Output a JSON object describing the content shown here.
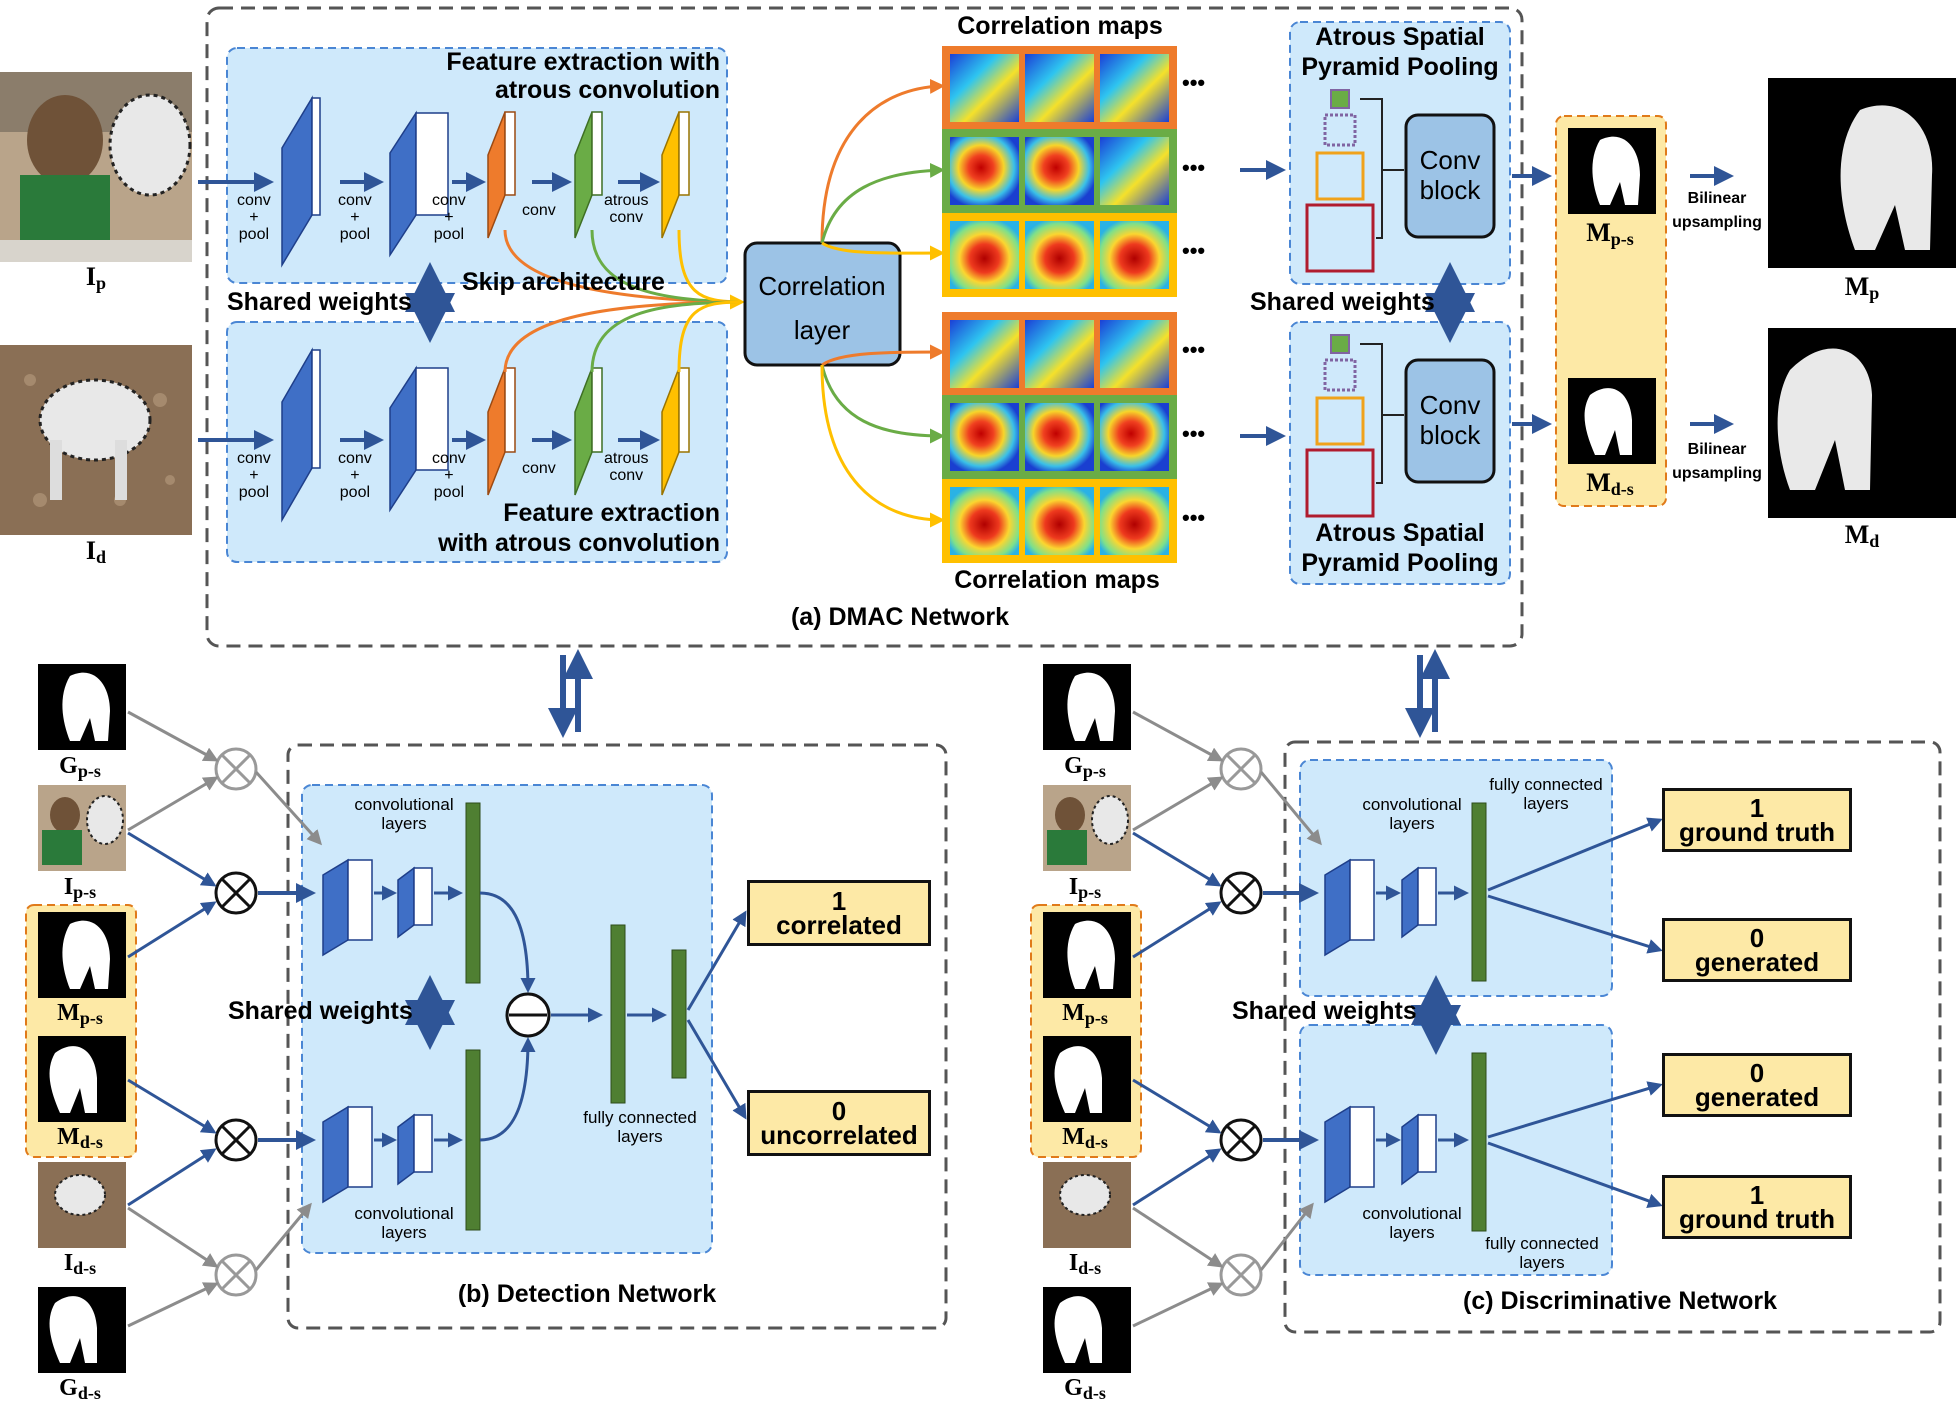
{
  "inputs": {
    "ip": {
      "main": "I",
      "sub": "p"
    },
    "id": {
      "main": "I",
      "sub": "d"
    }
  },
  "outputs": {
    "mps": {
      "main": "M",
      "sub": "p-s"
    },
    "mds": {
      "main": "M",
      "sub": "d-s"
    },
    "mp": {
      "main": "M",
      "sub": "p"
    },
    "md": {
      "main": "M",
      "sub": "d"
    }
  },
  "dmac": {
    "title": "(a) DMAC Network",
    "feat_top": [
      "Feature extraction with",
      "atrous convolution"
    ],
    "feat_bottom": [
      "Feature extraction",
      "with atrous convolution"
    ],
    "shared_weights": "Shared weights",
    "skip": "Skip architecture",
    "corr_layer": [
      "Correlation",
      "layer"
    ],
    "corr_maps": "Correlation maps",
    "aspp": [
      "Atrous Spatial",
      "Pyramid Pooling"
    ],
    "conv_block": [
      "Conv",
      "block"
    ],
    "bilinear": [
      "Bilinear",
      "upsampling"
    ],
    "ellipsis": "•••",
    "layers": {
      "conv_pool": [
        "conv",
        "+",
        "pool"
      ],
      "conv": "conv",
      "atrous_conv": [
        "atrous",
        "conv"
      ]
    }
  },
  "detection": {
    "title": "(b) Detection Network",
    "conv_layers": [
      "convolutional",
      "layers"
    ],
    "fc_layers": [
      "fully connected",
      "layers"
    ],
    "shared_weights": "Shared weights",
    "out_top": [
      "1",
      "correlated"
    ],
    "out_bottom": [
      "0",
      "uncorrelated"
    ]
  },
  "discriminative": {
    "title": "(c)  Discriminative Network",
    "conv_layers": [
      "convolutional",
      "layers"
    ],
    "fc_layers": [
      "fully connected",
      "layers"
    ],
    "shared_weights": "Shared weights",
    "out1": [
      "1",
      "ground truth"
    ],
    "out2": [
      "0",
      "generated"
    ],
    "out3": [
      "0",
      "generated"
    ],
    "out4": [
      "1",
      "ground truth"
    ]
  },
  "small_labels": {
    "gps": {
      "main": "G",
      "sub": "p-s"
    },
    "ips": {
      "main": "I",
      "sub": "p-s"
    },
    "mps": {
      "main": "M",
      "sub": "p-s"
    },
    "mds": {
      "main": "M",
      "sub": "d-s"
    },
    "ids": {
      "main": "I",
      "sub": "d-s"
    },
    "gds": {
      "main": "G",
      "sub": "d-s"
    }
  },
  "colors": {
    "blue_layer": "#3f6fc6",
    "orange_layer": "#ee7b2c",
    "green_layer": "#6aac46",
    "yellow_layer": "#ffc000",
    "panel_fill": "#cfe9fb",
    "panel_border": "#4a86d4",
    "arrow": "#2f5597",
    "output_fill": "#fde9a6",
    "dark_green_fc": "#4f7f32"
  }
}
